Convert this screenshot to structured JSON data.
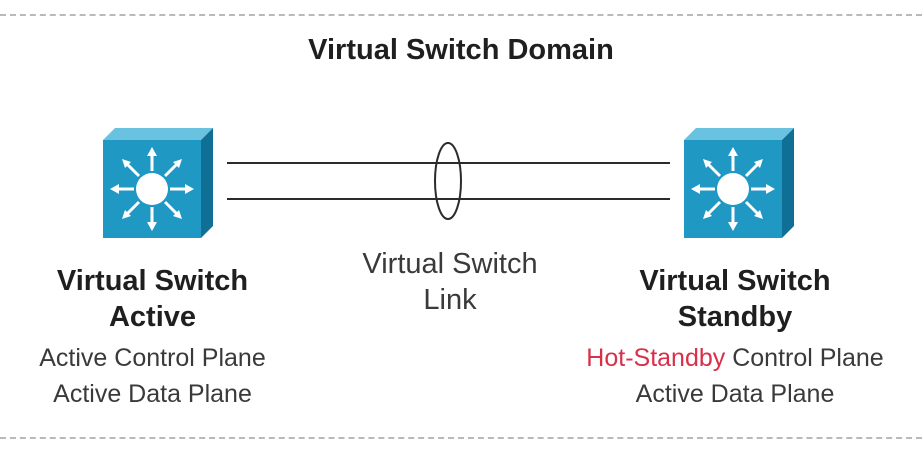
{
  "title": "Virtual Switch Domain",
  "link": {
    "line1": "Virtual Switch",
    "line2": "Link"
  },
  "active": {
    "name_line1": "Virtual Switch",
    "name_line2": "Active",
    "detail1": "Active Control Plane",
    "detail2": "Active Data Plane"
  },
  "standby": {
    "name_line1": "Virtual Switch",
    "name_line2": "Standby",
    "detail1_highlight": "Hot-Standby",
    "detail1_rest": " Control Plane",
    "detail2": "Active Data Plane"
  },
  "colors": {
    "switch_face": "#1f98c4",
    "switch_top": "#69c3e0",
    "switch_side": "#0f6f94",
    "highlight": "#d9304a"
  },
  "icons": [
    "switch-icon",
    "switch-icon"
  ]
}
